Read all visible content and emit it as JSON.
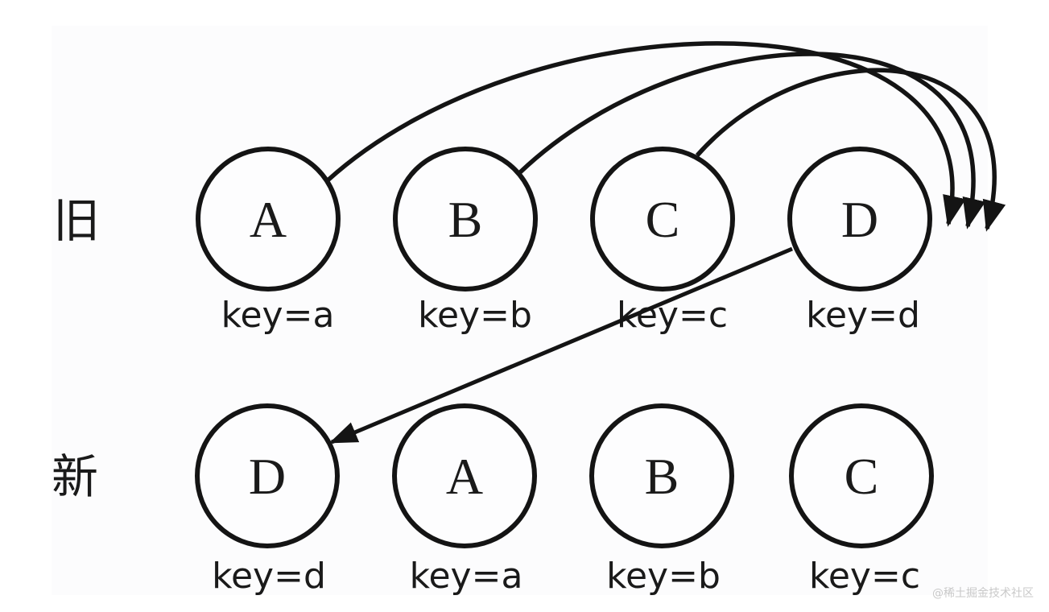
{
  "diagram": {
    "rows": [
      {
        "label": "旧",
        "nodes": [
          {
            "letter": "A",
            "key": "key=a"
          },
          {
            "letter": "B",
            "key": "key=b"
          },
          {
            "letter": "C",
            "key": "key=c"
          },
          {
            "letter": "D",
            "key": "key=d"
          }
        ]
      },
      {
        "label": "新",
        "nodes": [
          {
            "letter": "D",
            "key": "key=d"
          },
          {
            "letter": "A",
            "key": "key=a"
          },
          {
            "letter": "B",
            "key": "key=b"
          },
          {
            "letter": "C",
            "key": "key=c"
          }
        ]
      }
    ],
    "arrows": {
      "curved_from": [
        "A",
        "B",
        "C"
      ],
      "straight": "old D to new D"
    },
    "watermark": "@稀土掘金技术社区",
    "colors": {
      "stroke": "#141414",
      "text": "#1a1a1a",
      "watermark": "#c9c9c9",
      "panel": "#fcfcfd",
      "background": "#ffffff"
    }
  }
}
